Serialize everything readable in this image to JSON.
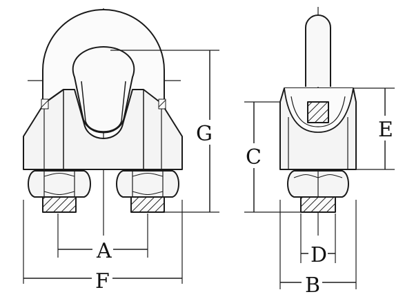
{
  "colors": {
    "ink": "#1a1a1a",
    "fill": "#f4f4f4",
    "hatch": "#222222"
  },
  "labels": {
    "A": "A",
    "B": "B",
    "C": "C",
    "D": "D",
    "E": "E",
    "F": "F",
    "G": "G"
  }
}
